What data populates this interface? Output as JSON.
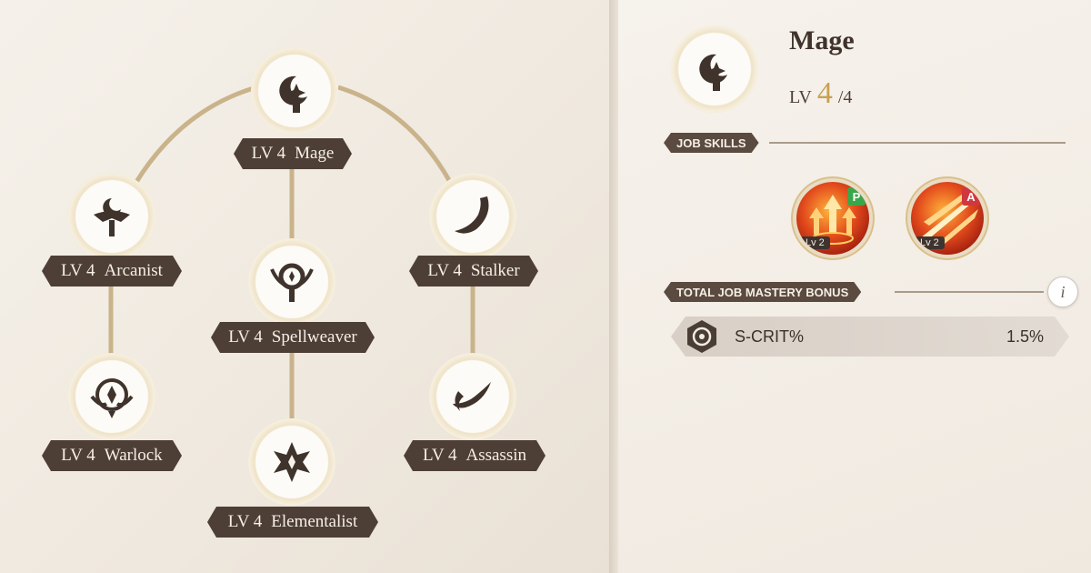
{
  "tree": {
    "mage": {
      "level": "LV 4",
      "name": "Mage"
    },
    "arcanist": {
      "level": "LV 4",
      "name": "Arcanist"
    },
    "spellweaver": {
      "level": "LV 4",
      "name": "Spellweaver"
    },
    "stalker": {
      "level": "LV 4",
      "name": "Stalker"
    },
    "warlock": {
      "level": "LV 4",
      "name": "Warlock"
    },
    "elementalist": {
      "level": "LV 4",
      "name": "Elementalist"
    },
    "assassin": {
      "level": "LV 4",
      "name": "Assassin"
    }
  },
  "detail": {
    "title": "Mage",
    "level_prefix": "LV",
    "level_current": "4",
    "level_max": "/4",
    "job_skills_label": "JOB SKILLS",
    "skills": [
      {
        "badge": "P",
        "level": "Lv 2",
        "badge_color": "#3aa64a"
      },
      {
        "badge": "A",
        "level": "Lv 2",
        "badge_color": "#d0373f"
      }
    ],
    "mastery_label": "TOTAL JOB MASTERY BONUS",
    "info_icon": "i",
    "bonus": {
      "name": "S-CRIT%",
      "value": "1.5%"
    }
  },
  "colors": {
    "label_bg": "#4e3f36",
    "accent_gold": "#c9a052",
    "selected_glow": "#7fd3dc"
  }
}
